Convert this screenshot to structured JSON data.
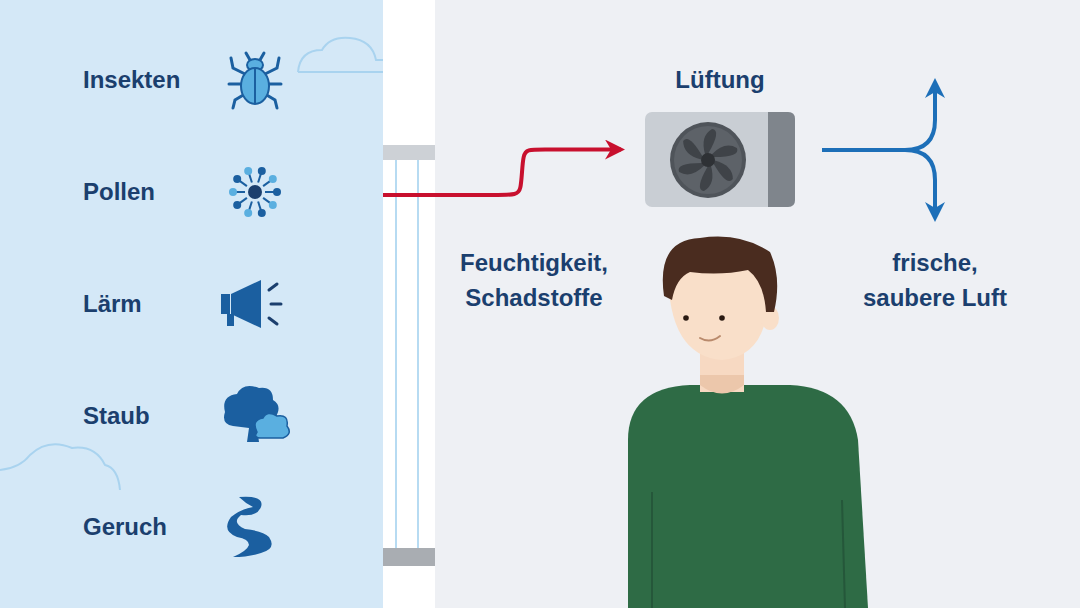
{
  "diagram": {
    "nodes": [
      {
        "text": [
          "Insekten",
          "Pollen",
          "Lärm",
          "Staub",
          "Geruch"
        ]
      },
      {
        "text": [
          "Lüftung"
        ]
      }
    ],
    "edges": [
      {
        "from": 0,
        "to": 1,
        "arrow": "to",
        "label": "Feuchtigkeit, Schadstoffe"
      }
    ],
    "labels": [
      "frische, saubere Luft"
    ]
  }
}
